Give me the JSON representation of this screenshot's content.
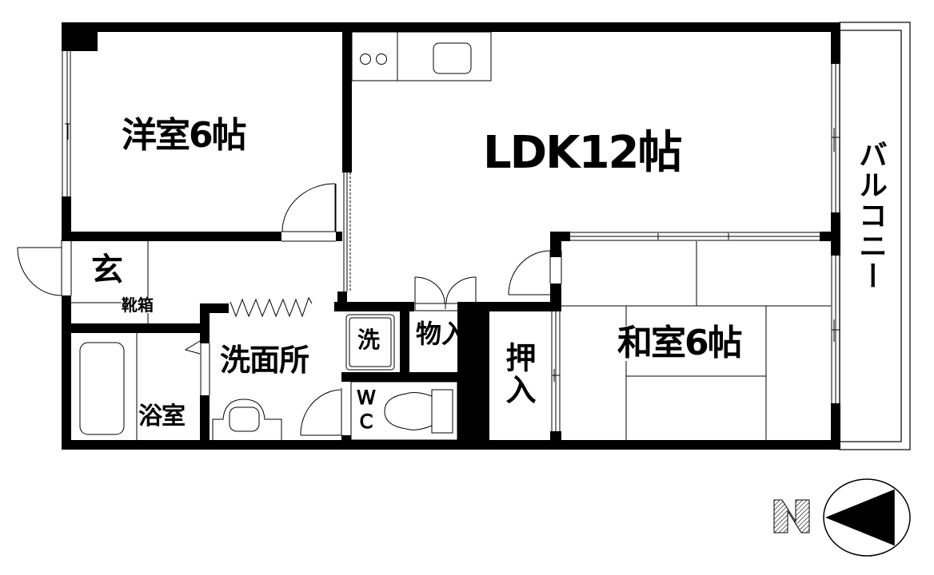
{
  "floorplan": {
    "rooms": {
      "western_room": {
        "label": "洋室6帖"
      },
      "ldk": {
        "label": "LDK12帖"
      },
      "balcony": {
        "label": "バルコニー"
      },
      "entrance": {
        "label": "玄"
      },
      "shoe_box": {
        "label": "靴箱"
      },
      "washroom": {
        "label": "洗面所"
      },
      "washer": {
        "label": "洗"
      },
      "storage": {
        "label": "物入"
      },
      "closet": {
        "label": "押入"
      },
      "japanese_room": {
        "label": "和室6帖"
      },
      "bathroom": {
        "label": "浴室"
      },
      "wc": {
        "label": "WC"
      }
    },
    "compass": {
      "letter": "N",
      "direction": "left"
    },
    "colors": {
      "wall": "#000000",
      "background": "#ffffff",
      "line": "#000000"
    }
  }
}
